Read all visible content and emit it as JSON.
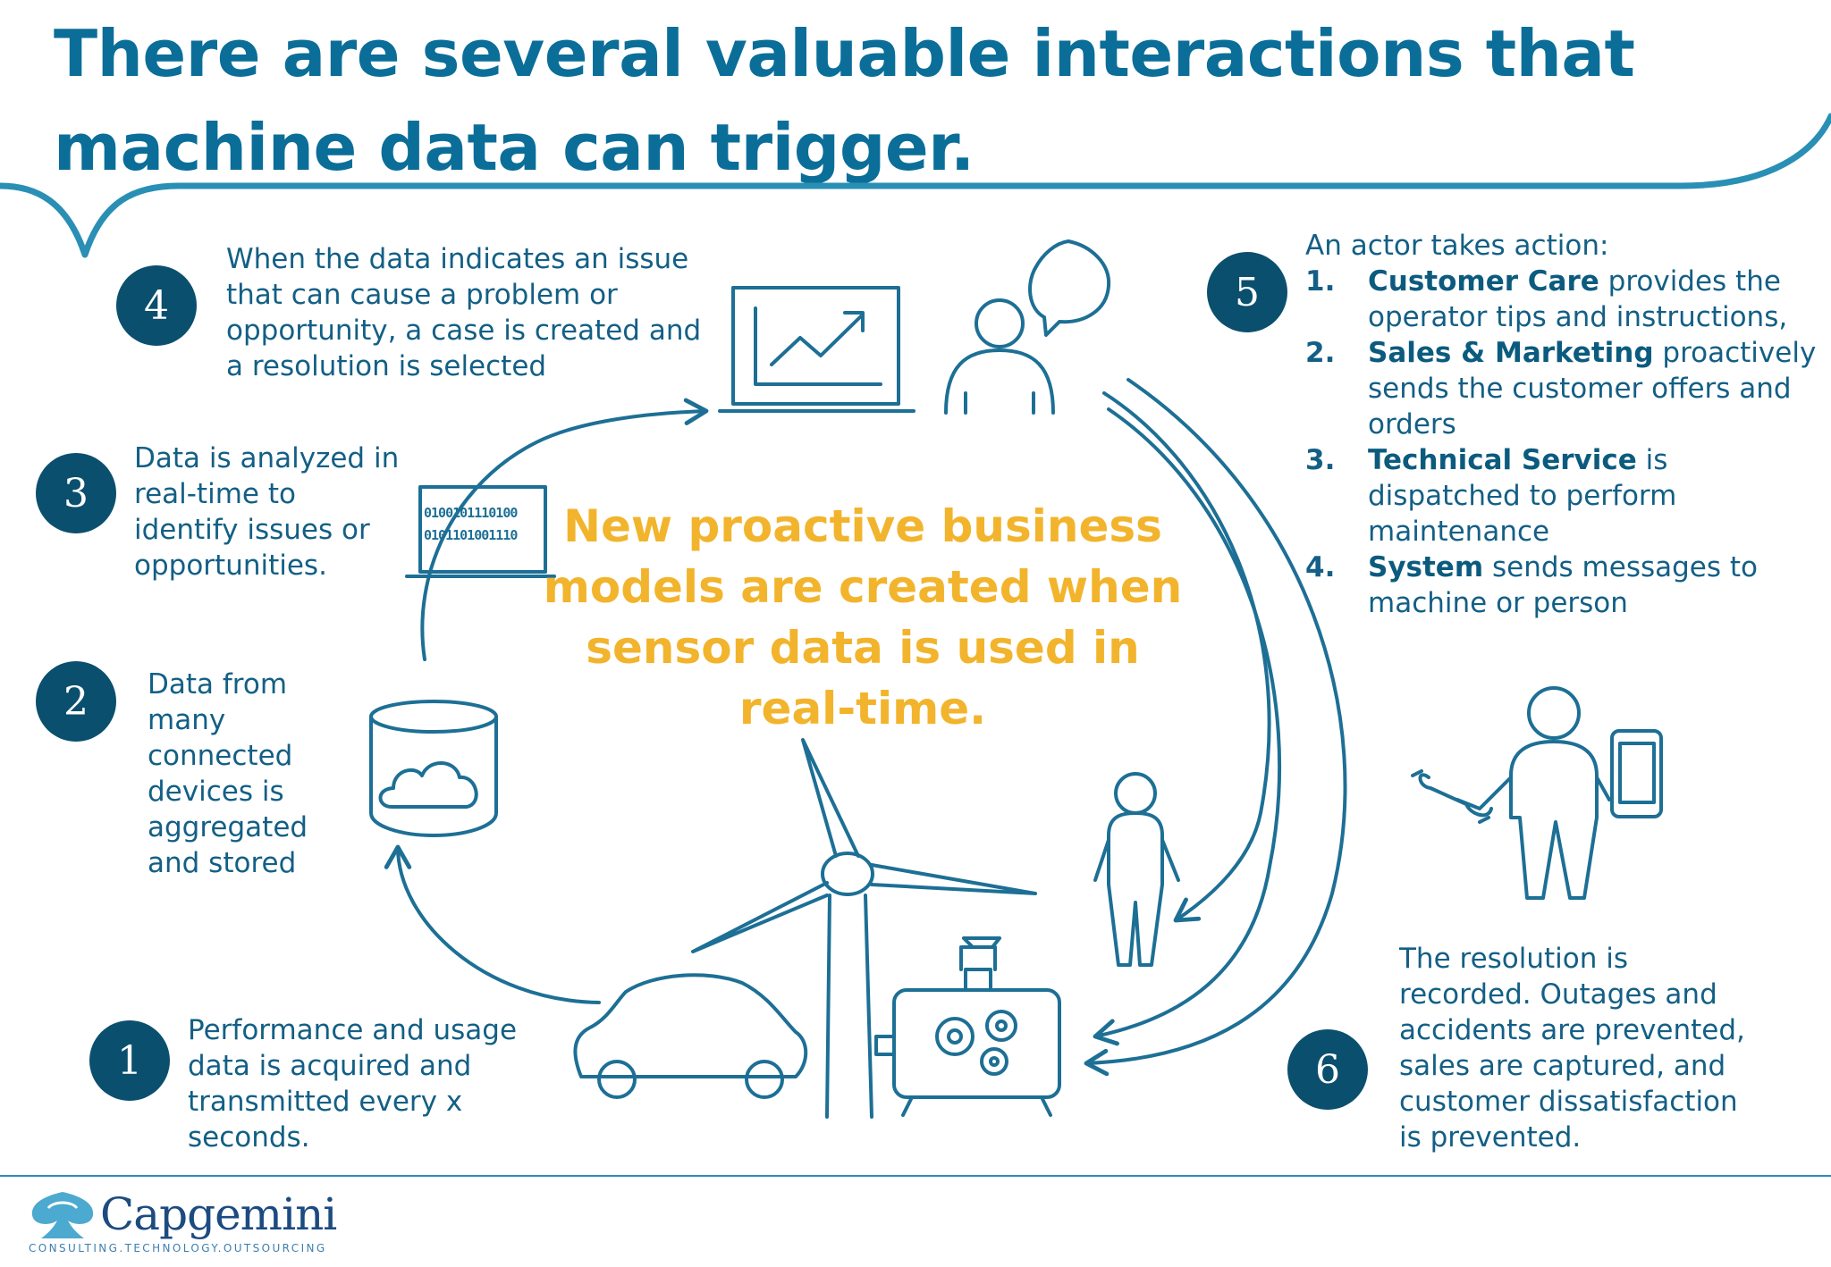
{
  "title": "There are several valuable interactions that machine data can trigger.",
  "center_text": "New proactive business models are created when sensor data is used in real-time.",
  "steps": [
    {
      "number": "1",
      "text": "Performance and usage data is acquired  and transmitted every x seconds."
    },
    {
      "number": "2",
      "text": "Data from many connected devices is aggregated and stored"
    },
    {
      "number": "3",
      "text": "Data is analyzed in real-time to identify issues or opportunities."
    },
    {
      "number": "4",
      "text": "When the data indicates an issue that can cause a problem or opportunity, a case is created and a resolution is selected"
    },
    {
      "number": "5"
    },
    {
      "number": "6",
      "text": "The resolution is recorded. Outages and accidents are prevented, sales are captured, and customer dissatisfaction is prevented."
    }
  ],
  "actors": {
    "intro": "An actor takes action:",
    "items": [
      {
        "num": "1.",
        "bold": "Customer Care",
        "rest": " provides  the operator tips and instructions,"
      },
      {
        "num": "2.",
        "bold": "Sales & Marketing",
        "rest": " proactively sends the customer offers and orders"
      },
      {
        "num": "3.",
        "bold": "Technical Service",
        "rest": " is dispatched to perform maintenance"
      },
      {
        "num": "4.",
        "bold": "System",
        "rest": " sends messages to machine or person"
      }
    ]
  },
  "binary": {
    "line1": "0100101110100",
    "line2": "0101101001110"
  },
  "logo": {
    "name": "Capgemini",
    "tagline": "CONSULTING.TECHNOLOGY.OUTSOURCING"
  },
  "colors": {
    "primary": "#0b6e99",
    "badge": "#0b4f6e",
    "accent": "#f2b42c",
    "line": "#1d6f95"
  },
  "icons": [
    "laptop-chart-icon",
    "person-speech-icon",
    "laptop-binary-icon",
    "database-cloud-icon",
    "car-icon",
    "wind-turbine-icon",
    "machine-gears-icon",
    "person-icon",
    "technician-icon",
    "wrench-icon",
    "phone-icon"
  ]
}
